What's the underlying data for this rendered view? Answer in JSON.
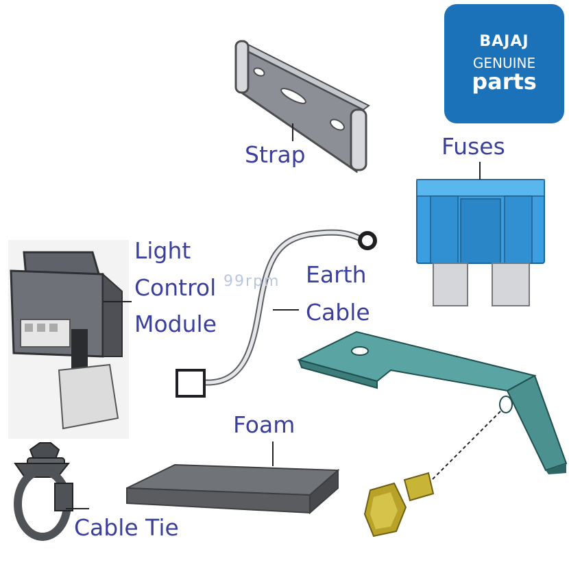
{
  "logo": {
    "brand": "BAJAJ",
    "line2": "GENUINE",
    "line3": "parts",
    "bg_color": "#1b72b8"
  },
  "labels": {
    "strap": "Strap",
    "fuses": "Fuses",
    "light": "Light",
    "control": "Control",
    "module": "Module",
    "earth": "Earth",
    "cable": "Cable",
    "foam": "Foam",
    "cable_tie": "Cable Tie"
  },
  "watermark": "99rpm",
  "colors": {
    "label_text": "#3b3f9c",
    "fuse_blue": "#3a9ee0",
    "bracket_teal": "#4e9a9a",
    "bolt_gold": "#c8b437"
  },
  "icons": [
    "strap-image",
    "fuse-image",
    "light-control-module-image",
    "earth-cable-image",
    "foam-image",
    "cable-tie-image",
    "bracket-image",
    "bolt-image"
  ]
}
